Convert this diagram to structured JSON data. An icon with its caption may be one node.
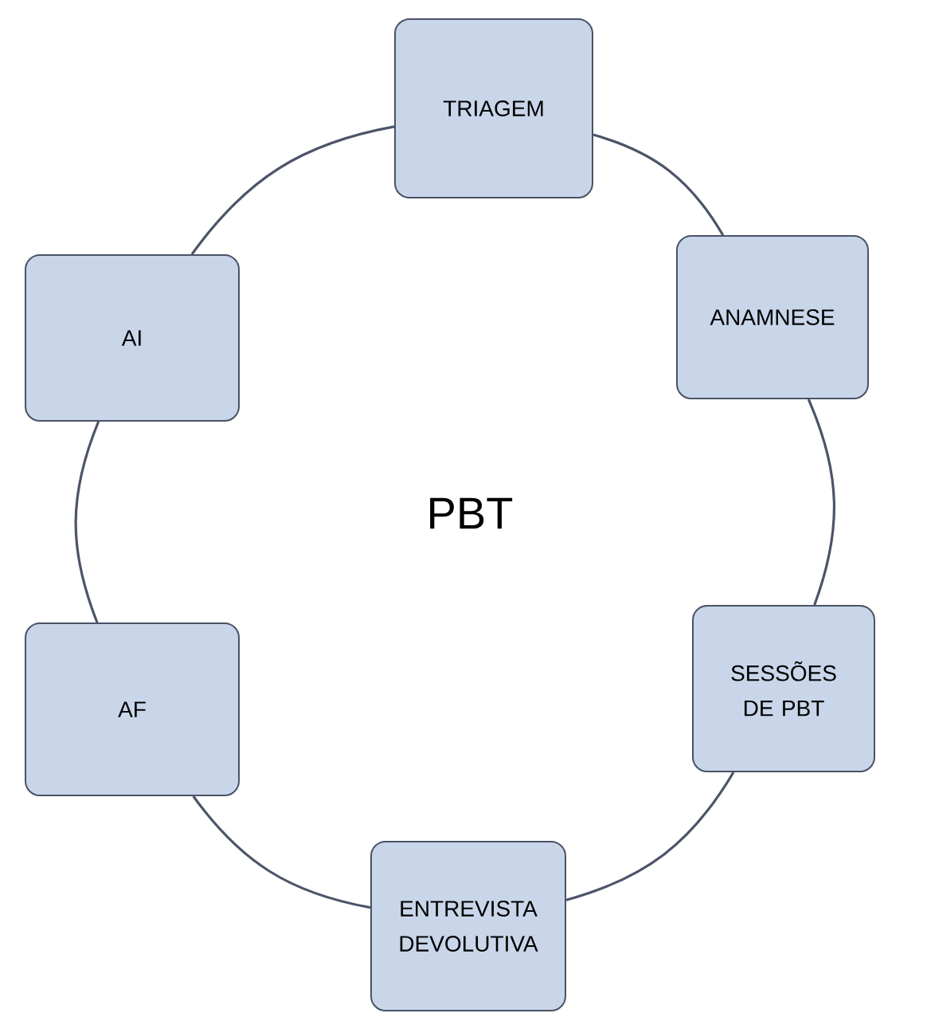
{
  "diagram": {
    "nodes": [
      {
        "text": [
          "TRIAGEM"
        ]
      },
      {
        "text": [
          "ANAMNESE"
        ]
      },
      {
        "text": [
          "AI"
        ]
      },
      {
        "text": [
          "SESSÕES DE PBT"
        ]
      },
      {
        "text": [
          "AF"
        ]
      },
      {
        "text": [
          "ENTREVISTA DEVOLUTIVA"
        ]
      }
    ],
    "edges": [
      {
        "from": 0,
        "to": 1,
        "arrow": "none"
      },
      {
        "from": 1,
        "to": 3,
        "arrow": "none"
      },
      {
        "from": 3,
        "to": 5,
        "arrow": "none"
      },
      {
        "from": 5,
        "to": 4,
        "arrow": "none"
      },
      {
        "from": 4,
        "to": 2,
        "arrow": "none"
      },
      {
        "from": 2,
        "to": 0,
        "arrow": "none"
      }
    ],
    "labels": [
      "PBT"
    ]
  }
}
